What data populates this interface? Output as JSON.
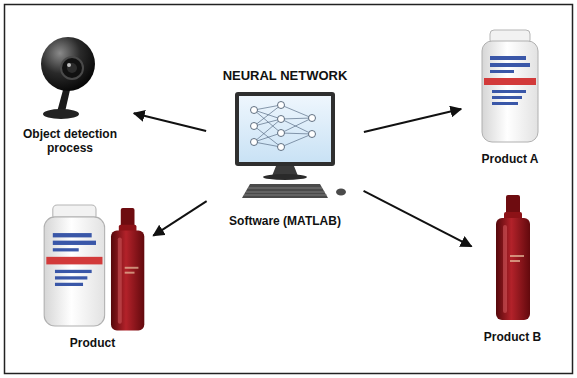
{
  "diagram": {
    "nodes": [
      {
        "text": [
          "Object detection process"
        ]
      },
      {
        "text": [
          "NEURAL NETWORK",
          "Software (MATLAB)"
        ]
      },
      {
        "text": [
          "Product A"
        ]
      },
      {
        "text": [
          "Product"
        ]
      },
      {
        "text": [
          "Product B"
        ]
      }
    ],
    "edges": [
      {
        "from": 1,
        "to": 0,
        "arrow": "to"
      },
      {
        "from": 1,
        "to": 2,
        "arrow": "to"
      },
      {
        "from": 1,
        "to": 3,
        "arrow": "to"
      },
      {
        "from": 1,
        "to": 4,
        "arrow": "to"
      }
    ]
  }
}
